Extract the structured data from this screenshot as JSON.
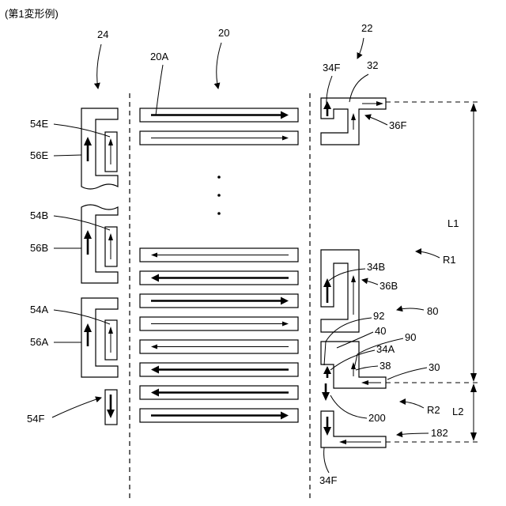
{
  "heading": "(第1変形例)",
  "labels": {
    "ref_24": "24",
    "ref_20": "20",
    "ref_22": "22",
    "ref_20A": "20A",
    "ref_34F_top": "34F",
    "ref_32": "32",
    "ref_36F": "36F",
    "ref_54E": "54E",
    "ref_56E": "56E",
    "ref_54B": "54B",
    "ref_56B": "56B",
    "ref_54A": "54A",
    "ref_56A": "56A",
    "ref_54F": "54F",
    "ref_L1": "L1",
    "ref_R1": "R1",
    "ref_34B": "34B",
    "ref_36B": "36B",
    "ref_80": "80",
    "ref_92": "92",
    "ref_40": "40",
    "ref_90": "90",
    "ref_34A": "34A",
    "ref_38": "38",
    "ref_30": "30",
    "ref_R2": "R2",
    "ref_L2": "L2",
    "ref_200": "200",
    "ref_182": "182",
    "ref_34F_bottom": "34F"
  },
  "ellipsis_dots": 3,
  "center_strips": [
    {
      "direction": "right",
      "weight": "bold"
    },
    {
      "direction": "right",
      "weight": "thin"
    },
    {
      "direction": "left",
      "weight": "thin"
    },
    {
      "direction": "left",
      "weight": "bold"
    },
    {
      "direction": "right",
      "weight": "bold"
    },
    {
      "direction": "right",
      "weight": "thin"
    },
    {
      "direction": "left",
      "weight": "thin"
    },
    {
      "direction": "left",
      "weight": "bold"
    },
    {
      "direction": "left",
      "weight": "bold"
    },
    {
      "direction": "right",
      "weight": "bold"
    }
  ]
}
